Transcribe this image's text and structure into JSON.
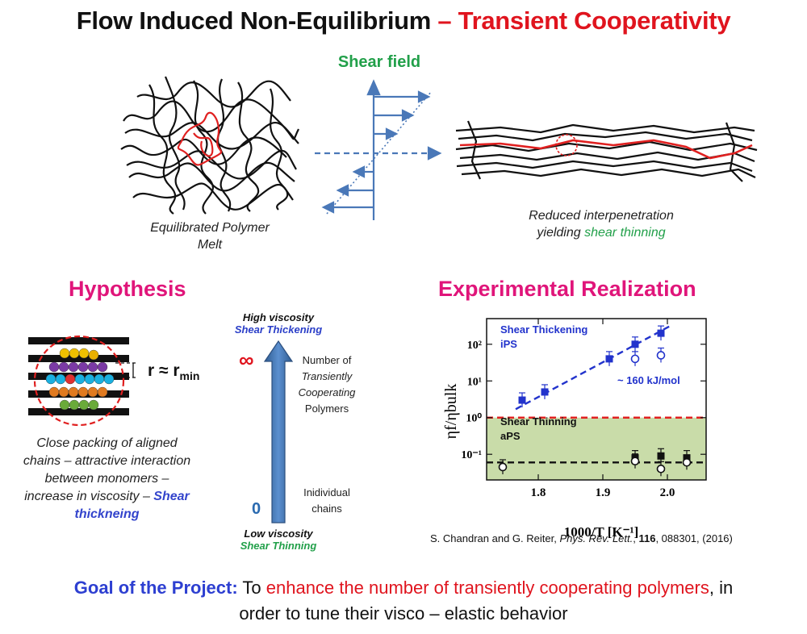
{
  "title": {
    "part1": "Flow Induced Non-Equilibrium",
    "part2": "– Transient Cooperativity"
  },
  "shear_field_label": "Shear field",
  "left_caption": {
    "line1": "Equilibrated Polymer",
    "line2": "Melt"
  },
  "right_caption": {
    "line1": "Reduced interpenetration",
    "line2_prefix": "yielding ",
    "line2_highlight": "shear thinning"
  },
  "hypothesis": {
    "heading": "Hypothesis",
    "r_label": "r ≈ r",
    "r_sub": "min",
    "desc": {
      "l1": "Close packing of aligned",
      "l2": "chains – attractive interaction",
      "l3": "between monomers –",
      "l4_prefix": "increase in viscosity – ",
      "l4_highlight": "Shear",
      "l5": "thickneing"
    }
  },
  "arrow_scale": {
    "high_label": "High viscosity",
    "high_sub": "Shear Thickening",
    "infinity": "∞",
    "zero": "0",
    "low_label": "Low viscosity",
    "low_sub": "Shear Thinning",
    "number_text": {
      "l1": "Number of",
      "l2": "Transiently",
      "l3": "Cooperating",
      "l4": "Polymers"
    },
    "individual_text": {
      "l1": "Inidividual",
      "l2": "chains"
    }
  },
  "experimental": {
    "heading": "Experimental Realization"
  },
  "chart_data": {
    "type": "scatter",
    "xlabel": "1000/T [K⁻¹]",
    "ylabel": "ηf/ηbulk",
    "x_scale": "linear",
    "y_scale": "log",
    "xlim": [
      1.72,
      2.06
    ],
    "ylim": [
      0.02,
      500
    ],
    "x_ticks": [
      "1.8",
      "1.9",
      "2.0"
    ],
    "y_ticks": [
      "10⁻¹",
      "10⁰",
      "10¹",
      "10²"
    ],
    "series": [
      {
        "name": "Shear Thickening iPS",
        "marker": "filled-square",
        "color": "#2233cc",
        "x": [
          1.775,
          1.81,
          1.91,
          1.95,
          1.99
        ],
        "y": [
          3,
          5,
          40,
          100,
          200
        ]
      },
      {
        "name": "Shear Thickening iPS",
        "marker": "open-circle",
        "color": "#2233cc",
        "x": [
          1.95,
          1.99
        ],
        "y": [
          40,
          50
        ]
      },
      {
        "name": "Shear Thinning aPS",
        "marker": "filled-square",
        "color": "#111111",
        "x": [
          1.95,
          1.99,
          2.03
        ],
        "y": [
          0.08,
          0.09,
          0.08
        ]
      },
      {
        "name": "Shear Thinning aPS",
        "marker": "open-circle",
        "color": "#111111",
        "x": [
          1.745,
          1.95,
          1.99,
          2.03
        ],
        "y": [
          0.045,
          0.065,
          0.04,
          0.06
        ]
      }
    ],
    "fits": [
      {
        "label": "~ 160 kJ/mol",
        "color": "#2233cc",
        "style": "dashed",
        "x": [
          1.765,
          2.005
        ],
        "y": [
          1.7,
          320
        ]
      },
      {
        "label": "",
        "color": "#111111",
        "style": "dashed",
        "x": [
          1.72,
          2.06
        ],
        "y": [
          0.06,
          0.06
        ]
      },
      {
        "label": "",
        "color": "#e02020",
        "style": "dashed",
        "x": [
          1.72,
          2.06
        ],
        "y": [
          1,
          1
        ]
      }
    ],
    "annotations": [
      "Shear Thickening",
      "iPS",
      "~ 160 kJ/mol",
      "Shear Thinning",
      "aPS"
    ],
    "shaded_region": {
      "color": "#c9dca9",
      "y_from": 0.02,
      "y_to": 1
    }
  },
  "reference": {
    "authors": "S. Chandran and G. Reiter, ",
    "journal": "Phys. Rev. Lett.",
    "sep": ", ",
    "volume": "116",
    "rest": ", 088301, (2016)"
  },
  "goal": {
    "label": "Goal of the Project:",
    "to": " To ",
    "highlight": "enhance the number of transiently cooperating polymers",
    "rest": ", in",
    "line2": "order to tune their visco – elastic behavior"
  }
}
